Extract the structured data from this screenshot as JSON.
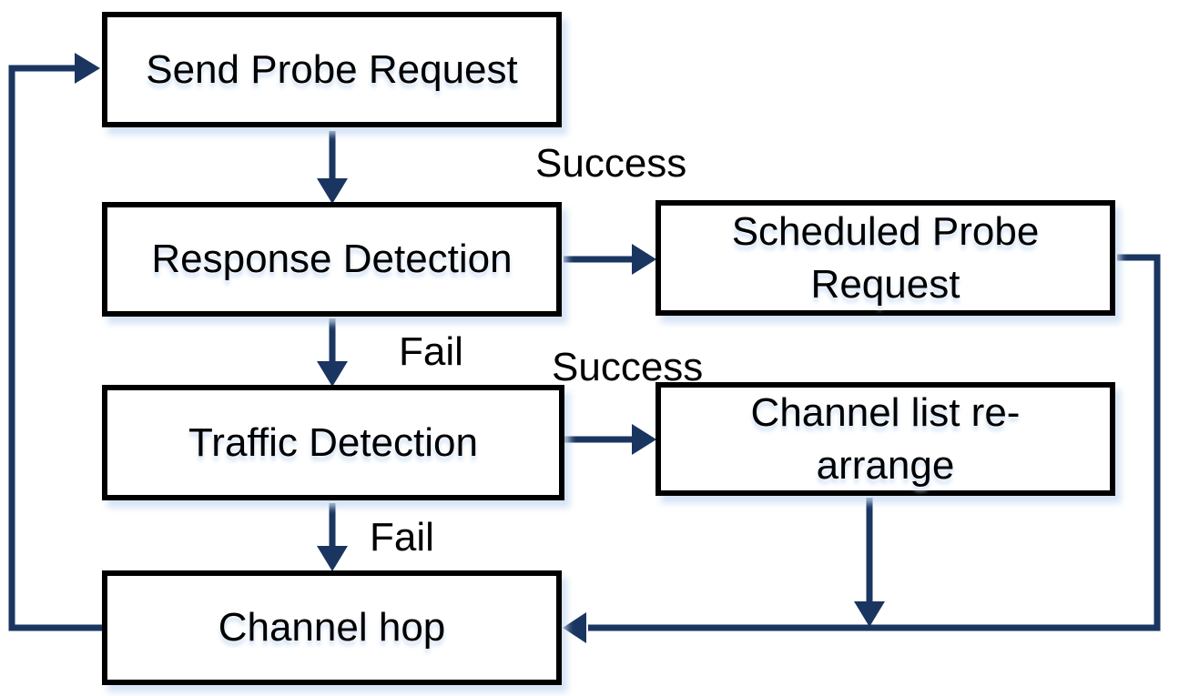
{
  "diagram": {
    "type": "flowchart",
    "nodes": [
      {
        "id": "send-probe-request",
        "label": "Send Probe Request"
      },
      {
        "id": "response-detection",
        "label": "Response Detection"
      },
      {
        "id": "scheduled-probe-request",
        "label": "Scheduled Probe Request"
      },
      {
        "id": "traffic-detection",
        "label": "Traffic Detection"
      },
      {
        "id": "channel-list-re-arrange",
        "label": "Channel list re-arrange"
      },
      {
        "id": "channel-hop",
        "label": "Channel hop"
      }
    ],
    "edges": [
      {
        "from": "send-probe-request",
        "to": "response-detection",
        "label": ""
      },
      {
        "from": "response-detection",
        "to": "scheduled-probe-request",
        "label": "Success"
      },
      {
        "from": "response-detection",
        "to": "traffic-detection",
        "label": "Fail"
      },
      {
        "from": "traffic-detection",
        "to": "channel-list-re-arrange",
        "label": "Success"
      },
      {
        "from": "traffic-detection",
        "to": "channel-hop",
        "label": "Fail"
      },
      {
        "from": "scheduled-probe-request",
        "to": "channel-hop",
        "label": ""
      },
      {
        "from": "channel-list-re-arrange",
        "to": "channel-hop",
        "label": ""
      },
      {
        "from": "channel-hop",
        "to": "send-probe-request",
        "label": ""
      }
    ],
    "colors": {
      "connector": "#1a3560",
      "box_border": "#000000",
      "box_fill": "#ffffff",
      "text": "#000000",
      "background": "#ffffff"
    }
  }
}
